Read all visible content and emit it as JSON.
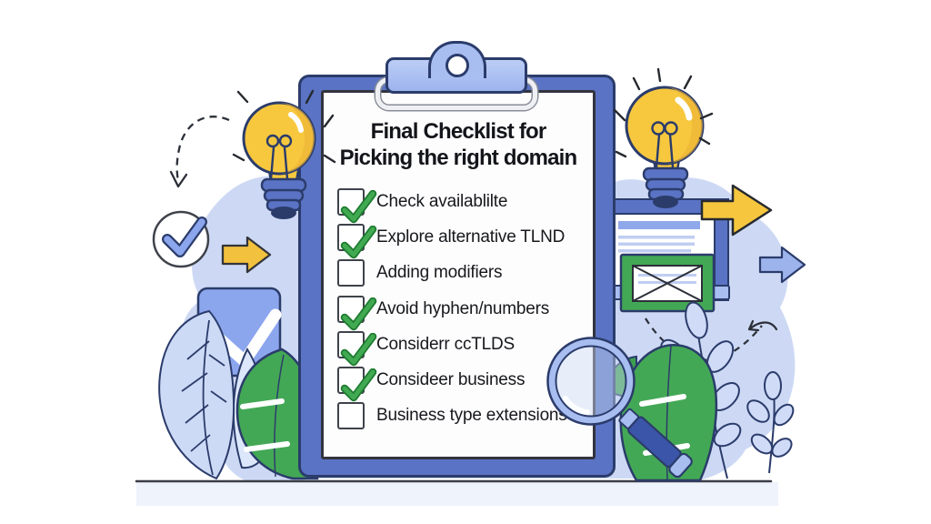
{
  "clipboard": {
    "title": {
      "line1": "Final Checklist for",
      "line2": "Picking the right domain"
    },
    "checklist": {
      "items": [
        {
          "label": "Check availablilte",
          "checked": true
        },
        {
          "label": "Explore alternative TLND",
          "checked": true
        },
        {
          "label": "Adding modifiers",
          "checked": false
        },
        {
          "label": "Avoid hyphen/numbers",
          "checked": true
        },
        {
          "label": "Considerr ccTLDS",
          "checked": true
        },
        {
          "label": "Consideer business",
          "checked": true
        },
        {
          "label": "Business type extensions",
          "checked": false
        }
      ]
    }
  },
  "icons": [
    "clipboard-icon",
    "lightbulb-icon",
    "magnifying-glass-icon",
    "checkmark-circle-icon",
    "checked-square-icon",
    "arrow-right-icon",
    "leaf-icon",
    "browser-window-icon",
    "image-placeholder-icon",
    "dashed-arrow-icon"
  ],
  "colors": {
    "board_blue": "#5a73c4",
    "outline_navy": "#2b3c6b",
    "clip_periwinkle": "#a8bdf0",
    "blob": "#cdd9f4",
    "check_green": "#3fa853",
    "check_green_dark": "#1d7a2e",
    "leaf_green": "#43a855",
    "bulb_yellow": "#f7c83e",
    "arrow_yellow": "#f6c63e",
    "arrow_blue": "#9db3ec",
    "square_blue": "#8ca6ee",
    "paper": "#fdfdfe",
    "text": "#17181c"
  }
}
